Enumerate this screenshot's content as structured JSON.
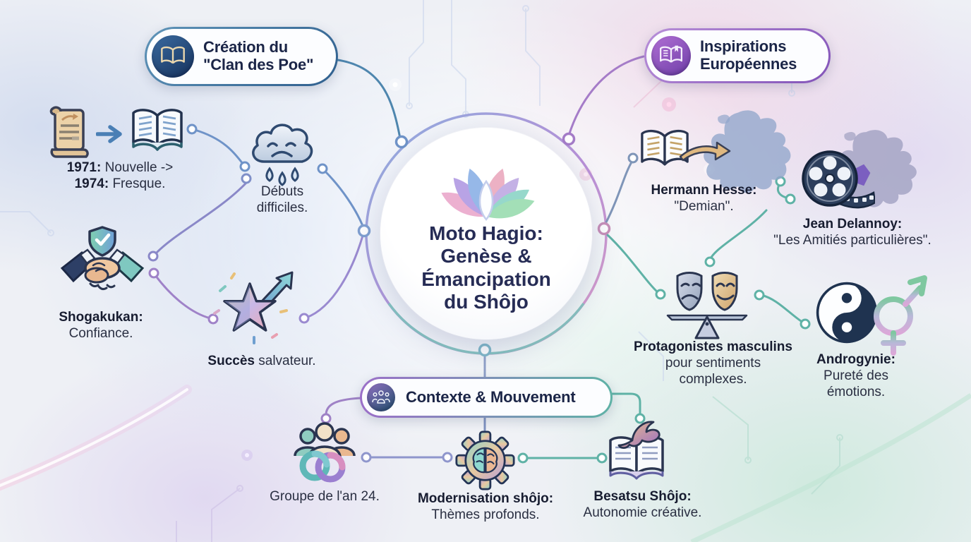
{
  "center": {
    "title_lines": [
      "Moto Hagio:",
      "Genèse &",
      "Émancipation",
      "du Shôjo"
    ]
  },
  "pills": {
    "poe": {
      "lines": [
        "Création du",
        "\"Clan des Poe\""
      ]
    },
    "europe": {
      "lines": [
        "Inspirations",
        "Européennes"
      ]
    },
    "context": {
      "label": "Contexte & Mouvement"
    }
  },
  "items": {
    "y1971": {
      "b1": "1971:",
      "r1": "Nouvelle ->",
      "b2": "1974:",
      "r2": "Fresque."
    },
    "debuts": {
      "l1": "Débuts",
      "l2": "difficiles."
    },
    "shogakukan": {
      "b": "Shogakukan:",
      "r": "Confiance."
    },
    "succes": {
      "b": "Succès",
      "r": "salvateur."
    },
    "hesse": {
      "b": "Hermann Hesse:",
      "r": "\"Demian\"."
    },
    "delannoy": {
      "b": "Jean Delannoy:",
      "r": "\"Les Amitiés particulières\"."
    },
    "protagonistes": {
      "b": "Protagonistes masculins",
      "l2": "pour sentiments",
      "l3": "complexes."
    },
    "androgynie": {
      "b": "Androgynie:",
      "l2": "Pureté des",
      "l3": "émotions."
    },
    "groupe": {
      "r": "Groupe de l'an 24."
    },
    "modernisation": {
      "b": "Modernisation shôjo:",
      "r": "Thèmes profonds."
    },
    "besatsu": {
      "b": "Besatsu Shôjo:",
      "r": "Autonomie créative."
    }
  },
  "icons": {
    "center": "lotus-icon",
    "poe_pill": "open-book-icon",
    "europe_pill": "open-book-bookmark-icon",
    "context_pill": "people-group-icon",
    "leaves": [
      "scroll-icon",
      "arrow-right-icon",
      "open-book-icon",
      "sad-rain-cloud-icon",
      "handshake-shield-icon",
      "star-rising-arrow-icon",
      "open-book-icon",
      "arrow-right-icon",
      "europe-map-icon",
      "film-reel-icon",
      "europe-map-france-icon",
      "theater-masks-balance-icon",
      "yin-yang-icon",
      "male-female-symbol-icon",
      "people-community-icon",
      "gear-brain-icon",
      "book-bird-icon"
    ]
  },
  "colors": {
    "background": "#eef0f5",
    "text_dark": "#171c30",
    "pill_text": "#1b2547",
    "poe_border": "#4e86ae",
    "europe_border": "#9b6fc8",
    "context_border_from": "#9b6fc8",
    "context_border_to": "#5fb2a6",
    "connector_blue": "#6f93c8",
    "connector_purple": "#9f82c8",
    "connector_teal": "#5fb2a6"
  }
}
